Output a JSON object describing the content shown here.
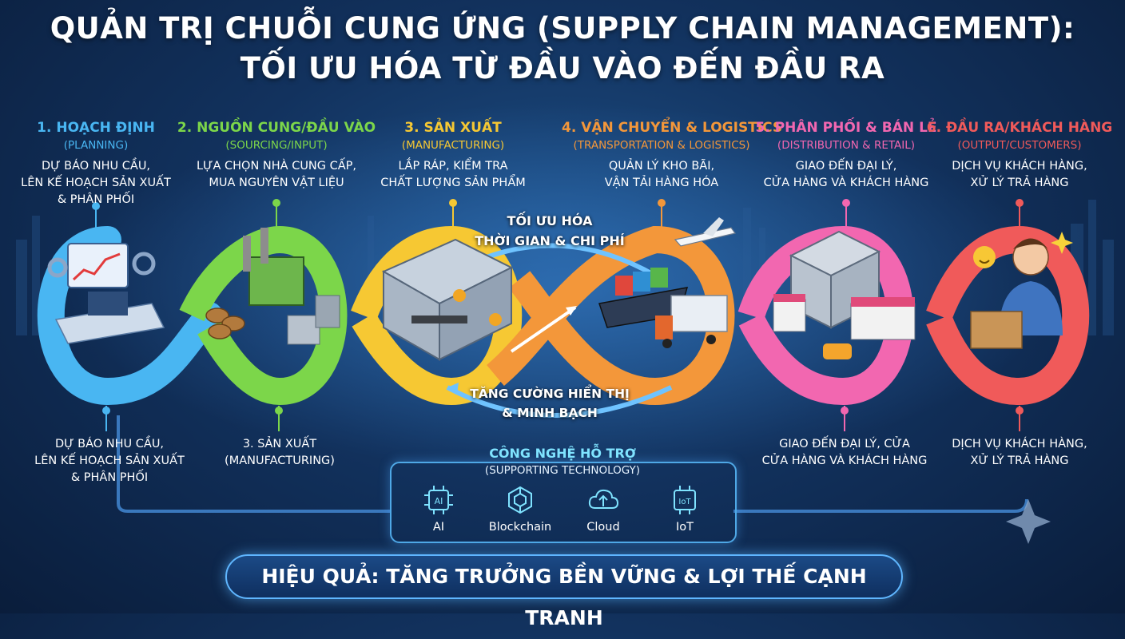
{
  "title": {
    "line1": "QUẢN TRỊ CHUỖI CUNG ỨNG (SUPPLY CHAIN MANAGEMENT):",
    "line2": "TỐI ƯU HÓA TỪ ĐẦU VÀO ĐẾN ĐẦU RA"
  },
  "stages": [
    {
      "name": "1. HOẠCH ĐỊNH",
      "sub": "(PLANNING)",
      "desc": "DỰ BÁO NHU CẦU,\nLÊN KẾ HOẠCH SẢN XUẤT\n& PHÂN PHỐI",
      "color": "#49b6f2"
    },
    {
      "name": "2. NGUỒN CUNG/ĐẦU VÀO",
      "sub": "(SOURCING/INPUT)",
      "desc": "LỰA CHỌN NHÀ CUNG CẤP,\nMUA NGUYÊN VẬT LIỆU",
      "color": "#7cd64a"
    },
    {
      "name": "3. SẢN XUẤT",
      "sub": "(MANUFACTURING)",
      "desc": "LẮP RÁP, KIỂM TRA\nCHẤT LƯỢNG SẢN PHẨM",
      "color": "#f6c833"
    },
    {
      "name": "4. VẬN CHUYỂN & LOGISTICS",
      "sub": "(TRANSPORTATION & LOGISTICS)",
      "desc": "QUẢN LÝ KHO BÃI,\nVẬN TẢI HÀNG HÓA",
      "color": "#f3973a"
    },
    {
      "name": "5. PHÂN PHỐI & BÁN LẺ",
      "sub": "(DISTRIBUTION & RETAIL)",
      "desc": "GIAO ĐẾN ĐẠI LÝ,\nCỬA HÀNG VÀ KHÁCH HÀNG",
      "color": "#f267b0"
    },
    {
      "name": "6. ĐẦU RA/KHÁCH HÀNG",
      "sub": "(OUTPUT/CUSTOMERS)",
      "desc": "DỊCH VỤ KHÁCH HÀNG,\nXỬ LÝ TRẢ HÀNG",
      "color": "#f05a5a"
    }
  ],
  "bottom_labels": [
    "DỰ BÁO NHU CẦU,\nLÊN KẾ HOẠCH SẢN XUẤT\n& PHÂN PHỐI",
    "3. SẢN XUẤT\n(MANUFACTURING)",
    "GIAO ĐẾN ĐẠI LÝ, CỬA\nCỬA HÀNG VÀ KHÁCH HÀNG",
    "DỊCH VỤ KHÁCH HÀNG,\nXỬ LÝ TRẢ HÀNG"
  ],
  "center": {
    "top": "TỐI ƯU HÓA\nTHỜI GIAN & CHI PHÍ",
    "bottom": "TĂNG CƯỜNG HIỂN THỊ\n& MINH BẠCH"
  },
  "technology": {
    "title": "CÔNG NGHỆ HỖ TRỢ",
    "subtitle": "(SUPPORTING TECHNOLOGY)",
    "items": [
      {
        "label": "AI",
        "icon": "ai-chip-icon"
      },
      {
        "label": "Blockchain",
        "icon": "blockchain-icon"
      },
      {
        "label": "Cloud",
        "icon": "cloud-icon"
      },
      {
        "label": "IoT",
        "icon": "iot-chip-icon"
      }
    ]
  },
  "banner": "HIỆU QUẢ: TĂNG TRƯỞNG BỀN VỮNG & LỢI THẾ CẠNH TRANH"
}
